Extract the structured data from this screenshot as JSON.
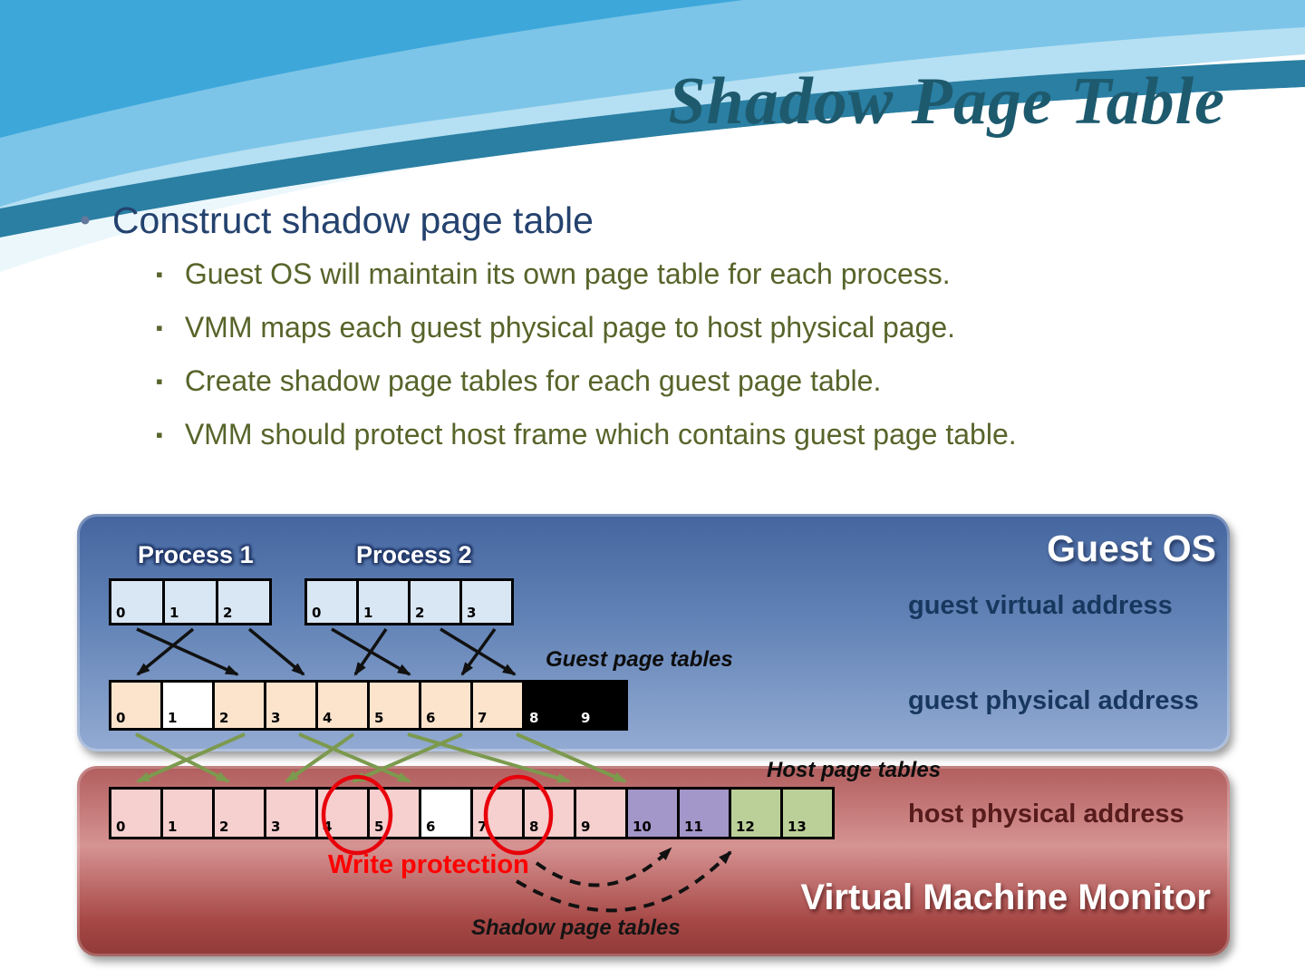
{
  "slide": {
    "title": "Shadow Page Table",
    "main_bullet": "Construct shadow page table",
    "sub_bullets": [
      "Guest OS will maintain its own page table for each process.",
      "VMM maps each guest physical page to host physical page.",
      "Create shadow page tables for each guest page table.",
      "VMM should protect host frame which contains guest page table."
    ]
  },
  "diagram": {
    "guest_os": {
      "title": "Guest OS",
      "process1_label": "Process 1",
      "process2_label": "Process 2",
      "guest_virtual_address_label": "guest virtual address",
      "guest_page_tables_label": "Guest page tables",
      "guest_physical_address_label": "guest physical address",
      "process1_cells": [
        {
          "n": "0",
          "fill": "#d9e6f3"
        },
        {
          "n": "1",
          "fill": "#d9e6f3"
        },
        {
          "n": "2",
          "fill": "#d9e6f3"
        }
      ],
      "process2_cells": [
        {
          "n": "0",
          "fill": "#d9e6f3"
        },
        {
          "n": "1",
          "fill": "#d9e6f3"
        },
        {
          "n": "2",
          "fill": "#d9e6f3"
        },
        {
          "n": "3",
          "fill": "#d9e6f3"
        }
      ],
      "guest_physical_cells": [
        {
          "n": "0",
          "fill": "#fbe3cc"
        },
        {
          "n": "1",
          "fill": "#ffffff"
        },
        {
          "n": "2",
          "fill": "#fbe3cc"
        },
        {
          "n": "3",
          "fill": "#fbe3cc"
        },
        {
          "n": "4",
          "fill": "#fbe3cc"
        },
        {
          "n": "5",
          "fill": "#fbe3cc"
        },
        {
          "n": "6",
          "fill": "#fbe3cc"
        },
        {
          "n": "7",
          "fill": "#fbe3cc"
        },
        {
          "n": "8",
          "fill": "#000000",
          "text": "#ffffff"
        },
        {
          "n": "9",
          "fill": "#000000",
          "text": "#ffffff"
        }
      ]
    },
    "vmm": {
      "title": "Virtual Machine Monitor",
      "host_page_tables_label": "Host page tables",
      "host_physical_address_label": "host physical address",
      "write_protection_label": "Write protection",
      "shadow_page_tables_label": "Shadow page tables",
      "host_physical_cells": [
        {
          "n": "0",
          "fill": "#f6cfcf"
        },
        {
          "n": "1",
          "fill": "#f6cfcf"
        },
        {
          "n": "2",
          "fill": "#f6cfcf"
        },
        {
          "n": "3",
          "fill": "#f6cfcf"
        },
        {
          "n": "4",
          "fill": "#f6cfcf"
        },
        {
          "n": "5",
          "fill": "#f6cfcf"
        },
        {
          "n": "6",
          "fill": "#ffffff"
        },
        {
          "n": "7",
          "fill": "#f6cfcf"
        },
        {
          "n": "8",
          "fill": "#f6cfcf"
        },
        {
          "n": "9",
          "fill": "#f6cfcf"
        },
        {
          "n": "10",
          "fill": "#a396c9"
        },
        {
          "n": "11",
          "fill": "#a396c9"
        },
        {
          "n": "12",
          "fill": "#bbd098"
        },
        {
          "n": "13",
          "fill": "#bbd098"
        }
      ]
    },
    "colors": {
      "title_teal": "#1e5a6e",
      "bullet_navy": "#24426e",
      "bullet_olive": "#57642a",
      "guest_box_top": "#44659f",
      "guest_box_bottom": "#93abd3",
      "vmm_box_top": "#b15d5d",
      "vmm_box_bottom": "#8f3a38",
      "write_protection_red": "#ff0000",
      "mapping_arrow_green": "#7c9a4e",
      "arrow_black": "#111111"
    }
  }
}
